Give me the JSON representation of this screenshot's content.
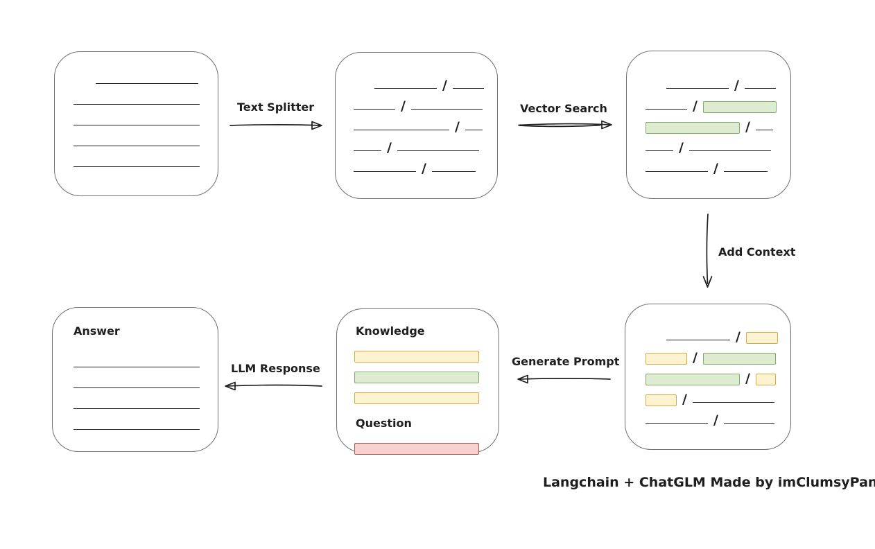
{
  "caption": "Langchain + ChatGLM Made by imClumsyPanda",
  "glyphs": {
    "slash": "/"
  },
  "colors": {
    "ink": "#1e1e1e",
    "box_border": "#6e6e6e",
    "green_fill": "#ddebd1",
    "green_stroke": "#84a969",
    "yellow_fill": "#fdf3d0",
    "yellow_stroke": "#d8aa41",
    "red_fill": "#f5d2ce",
    "red_stroke": "#b65450"
  },
  "labels": {
    "text_splitter": "Text Splitter",
    "vector_search": "Vector Search",
    "add_context": "Add Context",
    "generate_prompt": "Generate Prompt",
    "llm_response": "LLM Response"
  },
  "boxes": {
    "document": {
      "rows": [
        {
          "indent": 32,
          "segs": [
            {
              "t": "line",
              "w": 148
            }
          ]
        },
        {
          "indent": 0,
          "segs": [
            {
              "t": "line",
              "w": 182
            }
          ]
        },
        {
          "indent": 0,
          "segs": [
            {
              "t": "line",
              "w": 182
            }
          ]
        },
        {
          "indent": 0,
          "segs": [
            {
              "t": "line",
              "w": 182
            }
          ]
        },
        {
          "indent": 0,
          "segs": [
            {
              "t": "line",
              "w": 182
            }
          ]
        }
      ]
    },
    "split": {
      "rows": [
        {
          "indent": 30,
          "segs": [
            {
              "t": "line",
              "w": 90
            },
            {
              "t": "slash"
            },
            {
              "t": "line",
              "w": 45
            }
          ]
        },
        {
          "indent": 0,
          "segs": [
            {
              "t": "line",
              "w": 60
            },
            {
              "t": "slash"
            },
            {
              "t": "line",
              "w": 103
            }
          ]
        },
        {
          "indent": 0,
          "segs": [
            {
              "t": "line",
              "w": 138
            },
            {
              "t": "slash"
            },
            {
              "t": "line",
              "w": 25
            }
          ]
        },
        {
          "indent": 0,
          "segs": [
            {
              "t": "line",
              "w": 40
            },
            {
              "t": "slash"
            },
            {
              "t": "line",
              "w": 118
            }
          ]
        },
        {
          "indent": 0,
          "segs": [
            {
              "t": "line",
              "w": 90
            },
            {
              "t": "slash"
            },
            {
              "t": "line",
              "w": 63
            }
          ]
        }
      ]
    },
    "vector": {
      "rows": [
        {
          "indent": 30,
          "segs": [
            {
              "t": "line",
              "w": 90
            },
            {
              "t": "slash"
            },
            {
              "t": "line",
              "w": 45
            }
          ]
        },
        {
          "indent": 0,
          "segs": [
            {
              "t": "line",
              "w": 60
            },
            {
              "t": "slash"
            },
            {
              "t": "chip",
              "c": "green",
              "w": 106
            }
          ]
        },
        {
          "indent": 0,
          "segs": [
            {
              "t": "chip",
              "c": "green",
              "w": 136
            },
            {
              "t": "slash"
            },
            {
              "t": "line",
              "w": 25
            }
          ]
        },
        {
          "indent": 0,
          "segs": [
            {
              "t": "line",
              "w": 40
            },
            {
              "t": "slash"
            },
            {
              "t": "line",
              "w": 118
            }
          ]
        },
        {
          "indent": 0,
          "segs": [
            {
              "t": "line",
              "w": 90
            },
            {
              "t": "slash"
            },
            {
              "t": "line",
              "w": 63
            }
          ]
        }
      ]
    },
    "context": {
      "rows": [
        {
          "indent": 30,
          "segs": [
            {
              "t": "line",
              "w": 92
            },
            {
              "t": "slash"
            },
            {
              "t": "chip",
              "c": "yellow",
              "w": 46
            }
          ]
        },
        {
          "indent": 0,
          "segs": [
            {
              "t": "chip",
              "c": "yellow",
              "w": 60
            },
            {
              "t": "slash"
            },
            {
              "t": "chip",
              "c": "green",
              "w": 105
            }
          ]
        },
        {
          "indent": 0,
          "segs": [
            {
              "t": "chip",
              "c": "green",
              "w": 136
            },
            {
              "t": "slash"
            },
            {
              "t": "chip",
              "c": "yellow",
              "w": 29
            }
          ]
        },
        {
          "indent": 0,
          "segs": [
            {
              "t": "chip",
              "c": "yellow",
              "w": 45
            },
            {
              "t": "slash"
            },
            {
              "t": "line",
              "w": 118
            }
          ]
        },
        {
          "indent": 0,
          "segs": [
            {
              "t": "line",
              "w": 90
            },
            {
              "t": "slash"
            },
            {
              "t": "line",
              "w": 73
            }
          ]
        }
      ]
    },
    "prompt": {
      "knowledge_heading": "Knowledge",
      "question_heading": "Question",
      "knowledge_rows": [
        {
          "indent": 0,
          "segs": [
            {
              "t": "chip",
              "c": "yellow",
              "w": 180
            }
          ]
        },
        {
          "indent": 0,
          "segs": [
            {
              "t": "chip",
              "c": "green",
              "w": 180
            }
          ]
        },
        {
          "indent": 0,
          "segs": [
            {
              "t": "chip",
              "c": "yellow",
              "w": 180
            }
          ]
        }
      ],
      "question_rows": [
        {
          "indent": 0,
          "segs": [
            {
              "t": "chip",
              "c": "red",
              "w": 180
            }
          ]
        }
      ]
    },
    "answer": {
      "heading": "Answer",
      "rows": [
        {
          "indent": 0,
          "segs": [
            {
              "t": "line",
              "w": 182
            }
          ]
        },
        {
          "indent": 0,
          "segs": [
            {
              "t": "line",
              "w": 182
            }
          ]
        },
        {
          "indent": 0,
          "segs": [
            {
              "t": "line",
              "w": 182
            }
          ]
        },
        {
          "indent": 0,
          "segs": [
            {
              "t": "line",
              "w": 182
            }
          ]
        }
      ]
    }
  }
}
